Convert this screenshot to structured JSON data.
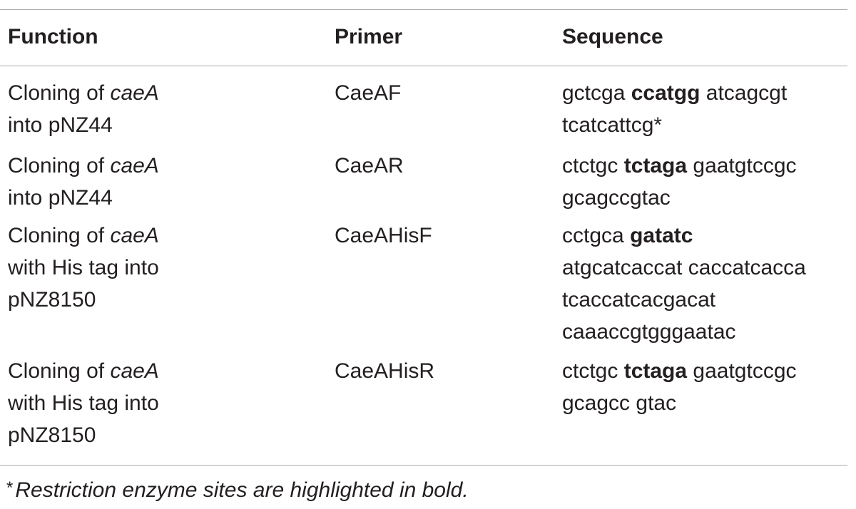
{
  "table": {
    "headers": {
      "function": "Function",
      "primer": "Primer",
      "sequence": "Sequence"
    },
    "rows": [
      {
        "function": {
          "pre": "Cloning of",
          "gene": "caeA",
          "lines": [
            "into pNZ44"
          ]
        },
        "primer": "CaeAF",
        "sequence": [
          {
            "a": "gctcga",
            "bold": "ccatgg",
            "b": "atcagcgt"
          },
          {
            "a": "tcatcattcg*",
            "bold": "",
            "b": ""
          }
        ]
      },
      {
        "function": {
          "pre": "Cloning of",
          "gene": "caeA",
          "lines": [
            "into pNZ44"
          ]
        },
        "primer": "CaeAR",
        "sequence": [
          {
            "a": "ctctgc",
            "bold": "tctaga",
            "b": "gaatgtccgc"
          },
          {
            "a": "gcagccgtac",
            "bold": "",
            "b": ""
          }
        ]
      },
      {
        "function": {
          "pre": "Cloning of",
          "gene": "caeA",
          "lines": [
            "with His tag into",
            "pNZ8150"
          ]
        },
        "primer": "CaeAHisF",
        "sequence": [
          {
            "a": "cctgca",
            "bold": "gatatc",
            "b": ""
          },
          {
            "a": "atgcatcaccat caccatcacca",
            "bold": "",
            "b": ""
          },
          {
            "a": "tcaccatcacgacat",
            "bold": "",
            "b": ""
          },
          {
            "a": "caaaccgtgggaatac",
            "bold": "",
            "b": ""
          }
        ]
      },
      {
        "function": {
          "pre": "Cloning of",
          "gene": "caeA",
          "lines": [
            "with His tag into",
            "pNZ8150"
          ]
        },
        "primer": "CaeAHisR",
        "sequence": [
          {
            "a": "ctctgc",
            "bold": "tctaga",
            "b": "gaatgtccgc"
          },
          {
            "a": "gcagcc gtac",
            "bold": "",
            "b": ""
          }
        ]
      }
    ]
  },
  "footnote": {
    "mark": "*",
    "text": "Restriction enzyme sites are highlighted in bold."
  }
}
